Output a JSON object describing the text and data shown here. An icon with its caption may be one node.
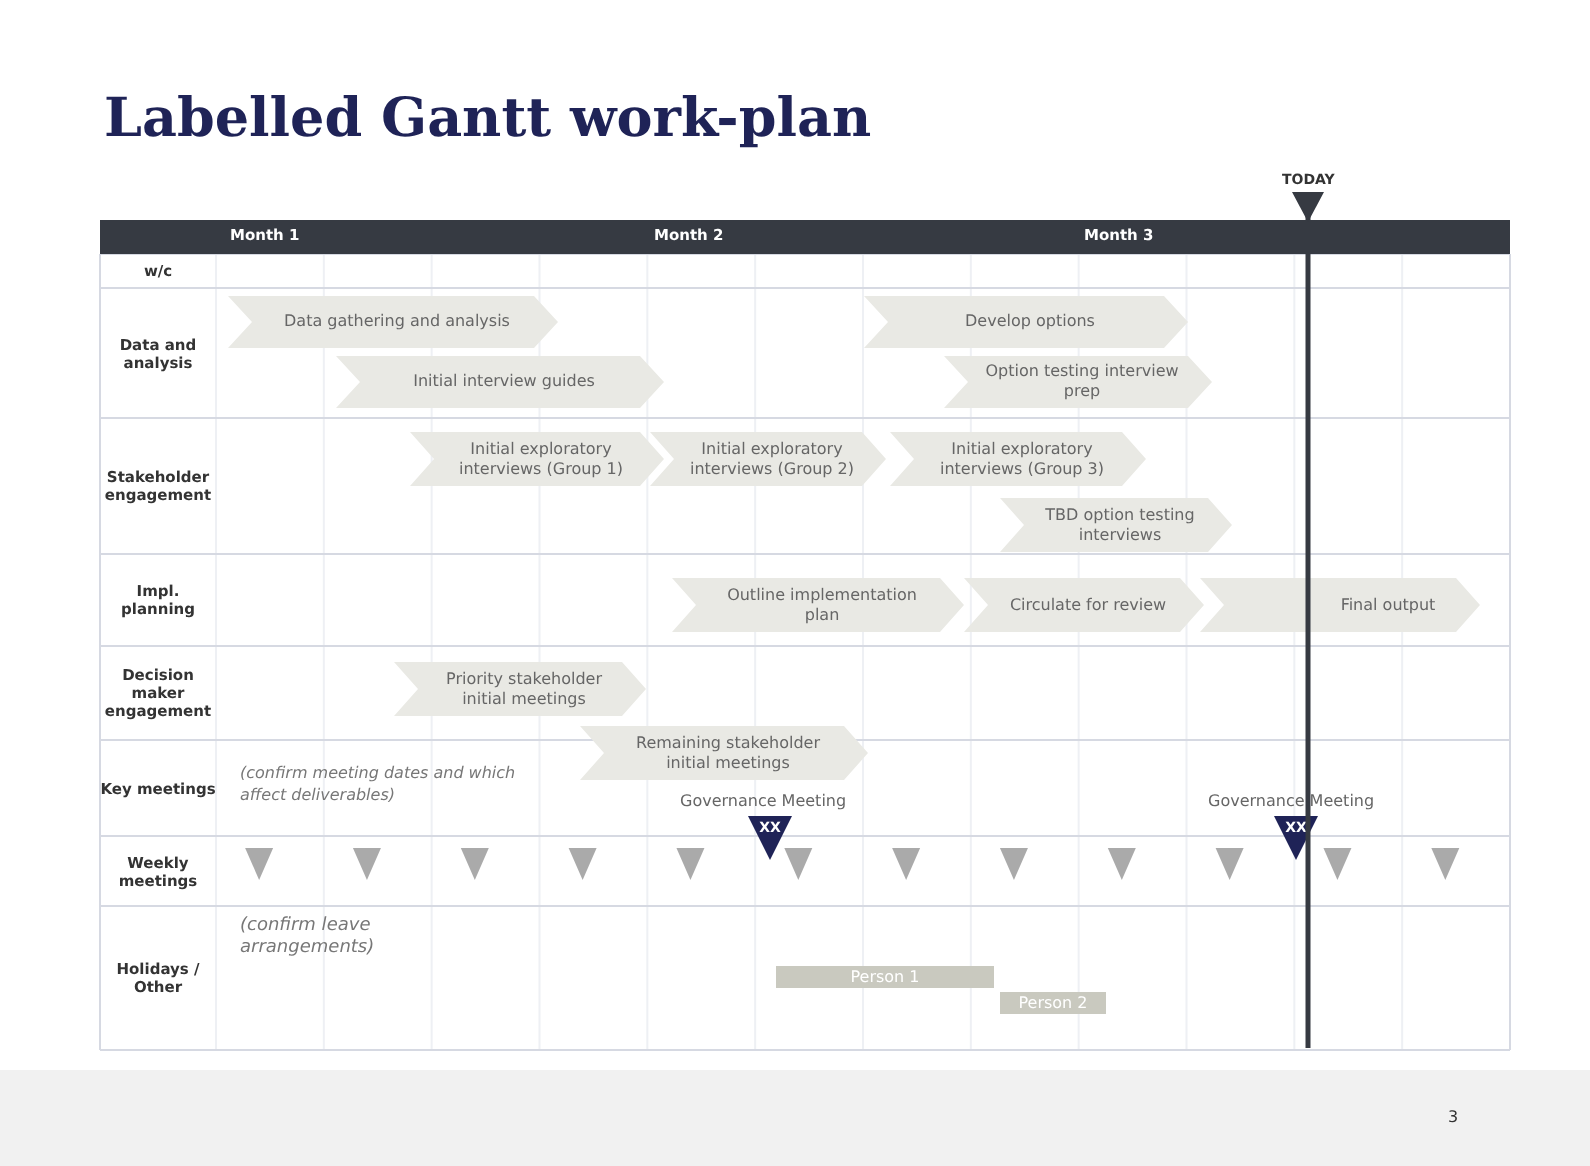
{
  "diagram": {
    "title": "Labelled Gantt work-plan",
    "nodes": [
      {
        "text": [
          "Data gathering and analysis"
        ]
      },
      {
        "text": [
          "Develop options"
        ]
      },
      {
        "text": [
          "Initial interview guides"
        ]
      },
      {
        "text": [
          "Option testing interview prep"
        ]
      },
      {
        "text": [
          "Initial exploratory interviews (Group 1)"
        ]
      },
      {
        "text": [
          "Initial exploratory interviews (Group 2)"
        ]
      },
      {
        "text": [
          "Initial exploratory interviews (Group 3)"
        ]
      },
      {
        "text": [
          "TBD option testing interviews"
        ]
      },
      {
        "text": [
          "Outline implementation plan"
        ]
      },
      {
        "text": [
          "Circulate for review"
        ]
      },
      {
        "text": [
          "Final output"
        ]
      },
      {
        "text": [
          "Priority stakeholder initial meetings"
        ]
      },
      {
        "text": [
          "Remaining stakeholder initial meetings"
        ]
      },
      {
        "text": [
          "XX"
        ],
        "beside": [
          "Governance Meeting"
        ]
      },
      {
        "text": [
          "XX"
        ],
        "beside": [
          "Governance Meeting"
        ]
      },
      {
        "text": [
          "Person 1"
        ]
      },
      {
        "text": [
          "Person 2"
        ]
      }
    ],
    "labels": [
      "TODAY",
      "Month 1",
      "Month 2",
      "Month 3",
      "w/c",
      "Data and analysis",
      "Stakeholder engagement",
      "Impl. planning",
      "Decision maker engagement",
      "Key meetings",
      "(confirm meeting dates and which affect deliverables)",
      "Weekly meetings",
      "Holidays / Other",
      "(confirm leave arrangements)",
      "3"
    ]
  }
}
